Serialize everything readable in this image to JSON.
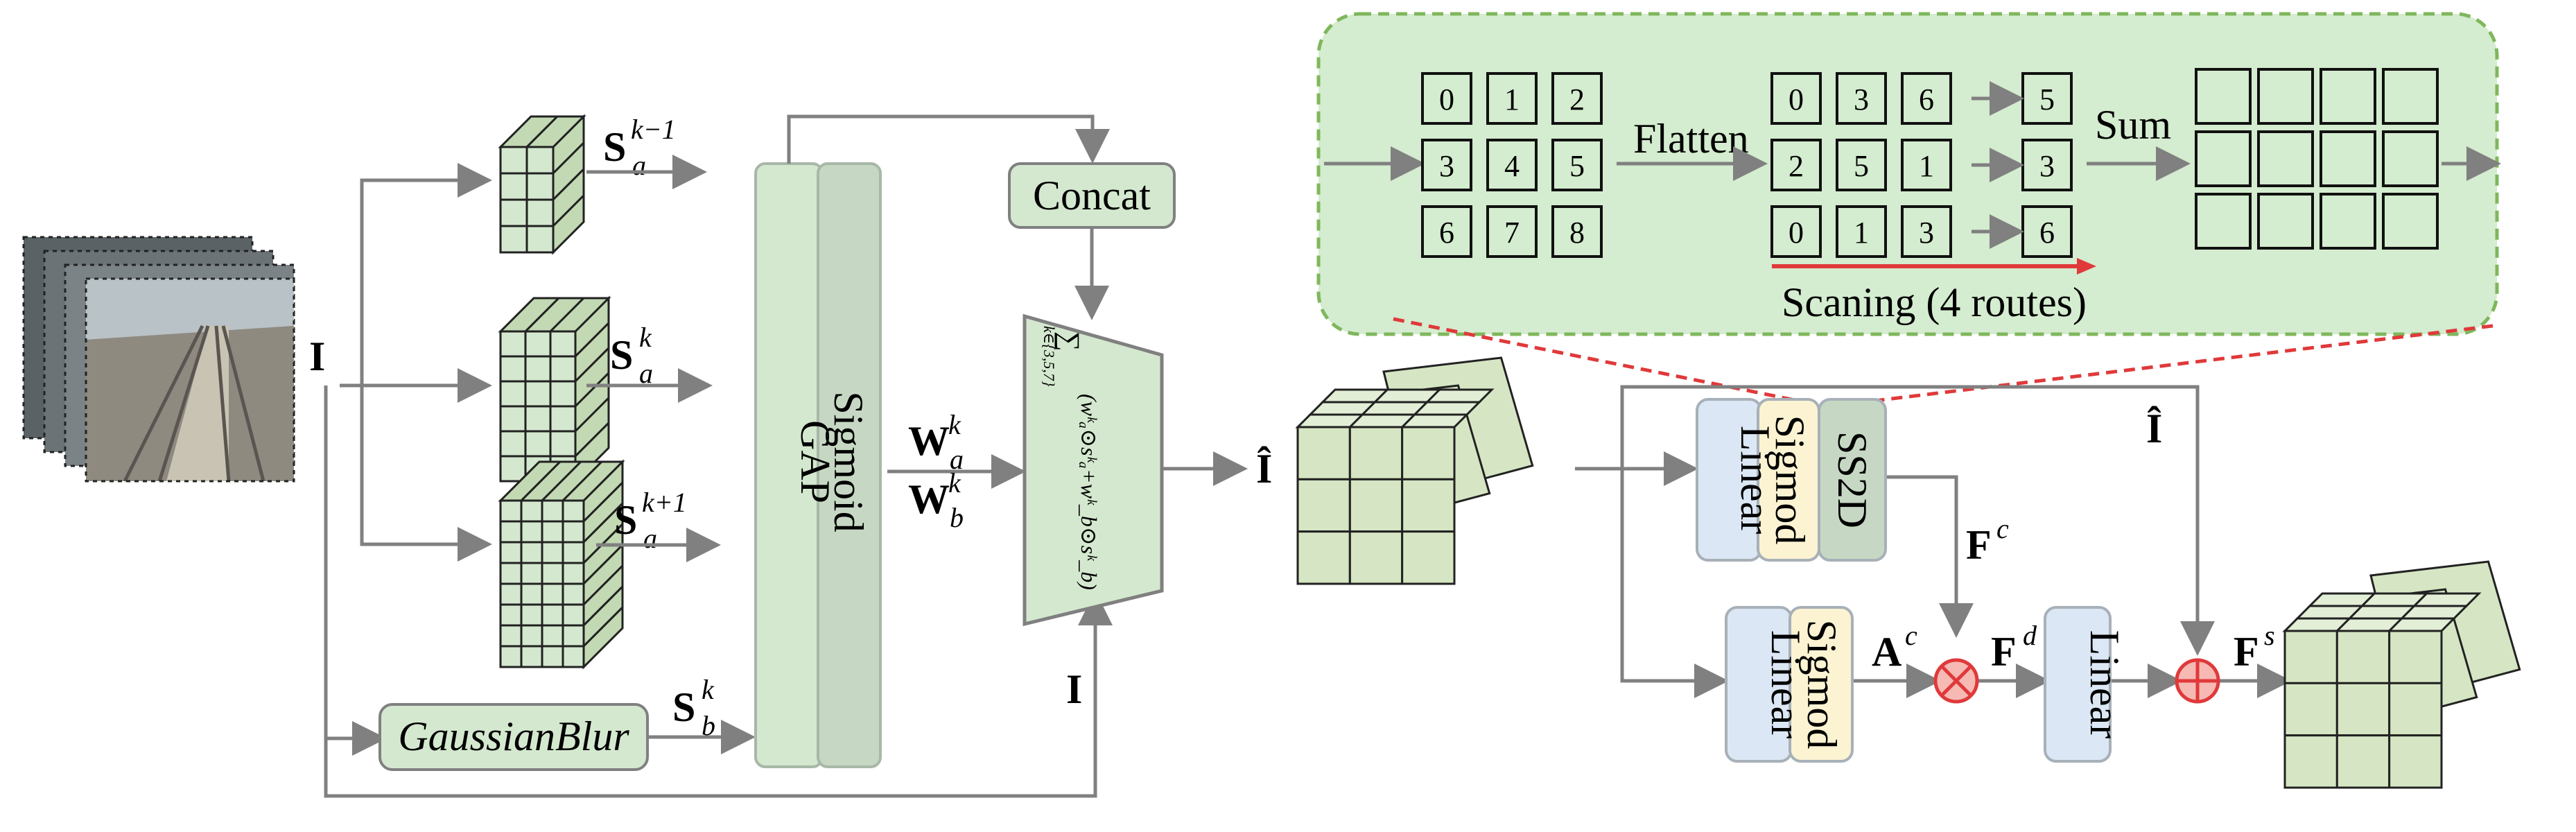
{
  "input_label": "I",
  "scale_labels": [
    {
      "main": "S",
      "sub": "a",
      "sup": "k−1"
    },
    {
      "main": "S",
      "sub": "a",
      "sup": "k"
    },
    {
      "main": "S",
      "sub": "a",
      "sup": "k+1"
    }
  ],
  "blur_label": {
    "main": "S",
    "sub": "b",
    "sup": "k"
  },
  "gaussian_blur": "GaussianBlur",
  "gap": "GAP",
  "sigmoid": "Sigmoid",
  "concat": "Concat",
  "weights": {
    "wa_main": "W",
    "wa_sub": "a",
    "wa_sup": "k",
    "wb_main": "W",
    "wb_sub": "b",
    "wb_sup": "k"
  },
  "sum_formula": {
    "sigma": "∑",
    "range": "k∈{3,5,7}",
    "expr": "(w",
    "expr_full": "(wᵏₐ⊙sᵏₐ+wᵏ_b⊙sᵏ_b)"
  },
  "i_bottom": "I",
  "i_hat": "Î",
  "i_hat_right": "Î",
  "ss2d_block": {
    "linear": "Linear",
    "sigmod": "Sigmod",
    "ss2d": "SS2D"
  },
  "lower_block": {
    "linear": "Linear",
    "sigmod": "Sigmod"
  },
  "linear_right": "Linear",
  "feature_labels": {
    "fc": {
      "main": "F",
      "sup": "c"
    },
    "ac": {
      "main": "A",
      "sup": "c"
    },
    "fd": {
      "main": "F",
      "sup": "d"
    },
    "fs": {
      "main": "F",
      "sup": "s"
    }
  },
  "scan_panel": {
    "grid_a": [
      "0",
      "1",
      "2",
      "3",
      "4",
      "5",
      "6",
      "7",
      "8"
    ],
    "flatten": "Flatten",
    "grid_b": [
      [
        "0",
        "3",
        "6"
      ],
      [
        "2",
        "5",
        "1"
      ],
      [
        "0",
        "1",
        "3"
      ]
    ],
    "grid_b_out": [
      "5",
      "3",
      "6"
    ],
    "sum": "Sum",
    "scanning": "Scaning (4 routes)"
  },
  "colors": {
    "green_fill": "#d4e8cf",
    "green_dark": "#c6d8c3",
    "blue_fill": "#dbe7f4",
    "yellow_fill": "#fbf3d2",
    "panel_fill": "#d4eccf",
    "panel_border": "#7fb75c",
    "arrow": "#808080",
    "red": "#e0393a",
    "cube": "#d6e6c4"
  }
}
